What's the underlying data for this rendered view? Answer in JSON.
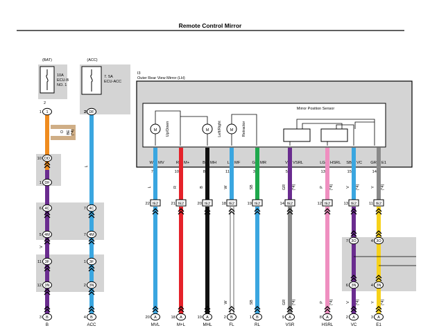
{
  "title": "Remote Control Mirror",
  "supply": {
    "bat": {
      "label": "(BAT)",
      "fuse_amp": "10A",
      "fuse_name1": "ECU-B",
      "fuse_name2": "NO. 1",
      "pin": "2"
    },
    "acc": {
      "label": "(ACC)",
      "fuse_amp": "7. 5A",
      "fuse_name": "ECU-ACC",
      "pin": "2"
    }
  },
  "component": {
    "code": "I3",
    "name": "Outer Rear View Mirror (LH)",
    "sensor_label": "Mirror Position Sensor",
    "motors": [
      {
        "name": "Up/Down",
        "symbol": "M"
      },
      {
        "name": "Left/Right",
        "symbol": "M"
      },
      {
        "name": "Retractor",
        "symbol": "M"
      }
    ],
    "terminals": [
      {
        "pin": "7",
        "wire": "W",
        "label": "MV"
      },
      {
        "pin": "10",
        "wire": "R",
        "label": "M+"
      },
      {
        "pin": "8",
        "wire": "B",
        "label": "MH"
      },
      {
        "pin": "11",
        "wire": "L",
        "label": "MF"
      },
      {
        "pin": "3",
        "wire": "G",
        "label": "MR"
      },
      {
        "pin": "5",
        "wire": "V",
        "label": "VSRL"
      },
      {
        "pin": "13",
        "wire": "LG",
        "label": "HSRL"
      },
      {
        "pin": "15",
        "wire": "SB",
        "label": "VC"
      },
      {
        "pin": "14",
        "wire": "GR",
        "label": "E1"
      }
    ]
  },
  "connectors": {
    "ie2": [
      {
        "pin": "22",
        "code": "IE2"
      },
      {
        "pin": "21",
        "code": "IE2"
      },
      {
        "pin": "20",
        "code": "IE2"
      },
      {
        "pin": "18",
        "code": "IE2"
      },
      {
        "pin": "19",
        "code": "IE2"
      },
      {
        "pin": "14",
        "code": "IE2"
      },
      {
        "pin": "12",
        "code": "IE2"
      },
      {
        "pin": "13",
        "code": "IE2"
      },
      {
        "pin": "11",
        "code": "IE2"
      }
    ],
    "left_column": [
      {
        "pin": "1",
        "code": "1"
      },
      {
        "pin": "10",
        "code": "DD"
      },
      {
        "pin": "1",
        "code": "DF"
      },
      {
        "pin": "6",
        "code": "4C"
      },
      {
        "pin": "5",
        "code": "4M"
      },
      {
        "pin": "11",
        "code": "3F"
      },
      {
        "pin": "12",
        "code": "3N"
      }
    ],
    "acc_column": [
      {
        "pin": "2",
        "code": "DF"
      },
      {
        "pin": "7",
        "code": "4C"
      },
      {
        "pin": "7",
        "code": "4M"
      },
      {
        "pin": "1",
        "code": "3F"
      },
      {
        "pin": "2",
        "code": "3N"
      }
    ],
    "right_pair": [
      {
        "pin": "7",
        "code": "3O"
      },
      {
        "pin": "4",
        "code": "3O"
      },
      {
        "pin": "6",
        "code": "3N"
      },
      {
        "pin": "4",
        "code": "3N"
      }
    ]
  },
  "wire_labels": {
    "bat_top": "O",
    "bat_branch": "BE",
    "bat_branch2": "(*4)",
    "acc_wire": "L",
    "left_lower": "V",
    "ie2_upper": [
      "L",
      "R",
      "B",
      "W",
      "SB",
      "GR",
      "P",
      "V",
      "Y"
    ],
    "ie2_upper_note": [
      "",
      "",
      "",
      "",
      "",
      "(*4)",
      "(*4)",
      "(*4)",
      "(*4)"
    ],
    "ie2_lower": [
      "",
      "",
      "",
      "W",
      "SB",
      "GR",
      "P",
      "V",
      "Y"
    ],
    "ie2_lower_note": [
      "",
      "",
      "",
      "",
      "",
      "(*4)",
      "(*4)",
      "(*4)",
      "(*4)"
    ]
  },
  "bottom": [
    {
      "pin": "3",
      "code": "B",
      "label": "B"
    },
    {
      "pin": "4",
      "code": "B",
      "label": "ACC"
    },
    {
      "pin": "20",
      "code": "A",
      "label": "MVL"
    },
    {
      "pin": "18",
      "code": "A",
      "label": "M+L"
    },
    {
      "pin": "19",
      "code": "A",
      "label": "MHL"
    },
    {
      "pin": "2",
      "code": "B",
      "label": "FL"
    },
    {
      "pin": "1",
      "code": "B",
      "label": "RL"
    },
    {
      "pin": "9",
      "code": "A",
      "label": "VSR"
    },
    {
      "pin": "8",
      "code": "A",
      "label": "HSRL"
    },
    {
      "pin": "2",
      "code": "A",
      "label": "VC"
    },
    {
      "pin": "3",
      "code": "A",
      "label": "E1"
    }
  ],
  "colors": {
    "orange": "#ef8c1f",
    "sky": "#3aa6e0",
    "red": "#e5222a",
    "black": "#111111",
    "green": "#1ea84c",
    "violet": "#6a2c8f",
    "pink": "#ef8fc0",
    "gray": "#8a8a8a",
    "yellow": "#f7d21a",
    "tan": "#cfae86",
    "shade": "#d4d4d4"
  }
}
